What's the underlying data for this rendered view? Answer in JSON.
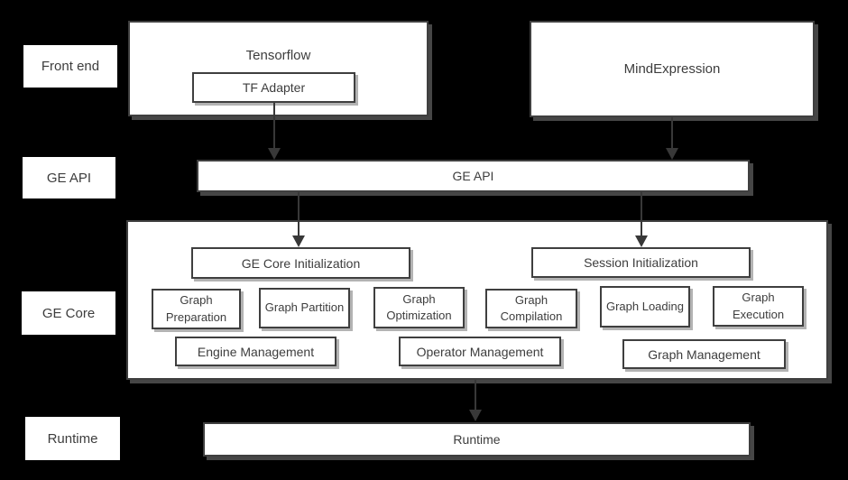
{
  "diagram_title": "GE architecture layers diagram",
  "colors": {
    "background": "#000000",
    "box_fill": "#ffffff",
    "box_border": "#3f3f3f",
    "text": "#3d3d3d",
    "arrow": "#383838"
  },
  "row_labels": [
    {
      "id": "front-end",
      "label": "Front end"
    },
    {
      "id": "ge-api",
      "label": "GE API"
    },
    {
      "id": "ge-core",
      "label": "GE Core"
    },
    {
      "id": "runtime",
      "label": "Runtime"
    }
  ],
  "frontend": {
    "tensorflow_label": "Tensorflow",
    "tf_adapter_label": "TF Adapter",
    "mindexpression_label": "MindExpression"
  },
  "ge_api_bar": {
    "label": "GE API"
  },
  "ge_core": {
    "init_boxes": [
      "GE Core Initialization",
      "Session Initialization"
    ],
    "stage_boxes": [
      "Graph Preparation",
      "Graph Partition",
      "Graph Optimization",
      "Graph Compilation",
      "Graph Loading",
      "Graph Execution"
    ],
    "management_boxes": [
      "Engine Management",
      "Operator Management",
      "Graph Management"
    ]
  },
  "runtime_bar": {
    "label": "Runtime"
  },
  "arrows": [
    {
      "from": "tf-adapter",
      "to": "ge-api-bar"
    },
    {
      "from": "mindexpression",
      "to": "ge-api-bar"
    },
    {
      "from": "ge-api-bar",
      "to": "ge-core-initialization"
    },
    {
      "from": "ge-api-bar",
      "to": "session-initialization"
    },
    {
      "from": "ge-core",
      "to": "runtime-bar"
    }
  ]
}
